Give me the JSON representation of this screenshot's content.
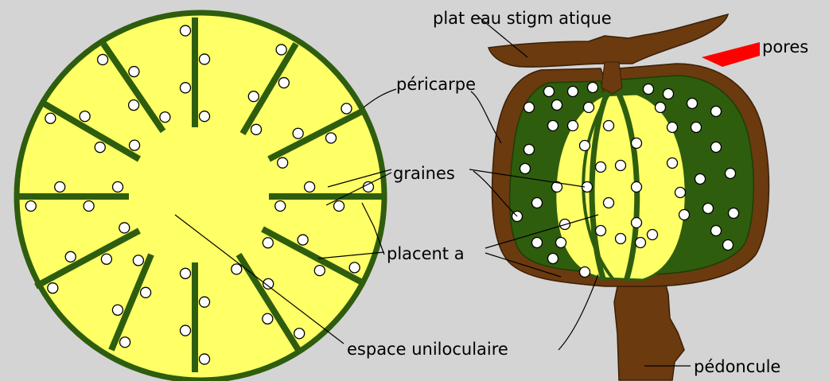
{
  "labels": {
    "plateau": "plat eau stigm atique",
    "pores": "pores",
    "pericarpe": "péricarpe",
    "graines": "graines",
    "placenta": "placent a",
    "espace": "espace uniloculaire",
    "pedoncule": "pédoncule"
  },
  "colors": {
    "background": "#d4d4d4",
    "yellow_fill": "#ffff66",
    "dark_green": "#2e5d0e",
    "brown": "#6b3a0f",
    "seed": "#ffffff",
    "arrow_red": "#ff0000"
  }
}
